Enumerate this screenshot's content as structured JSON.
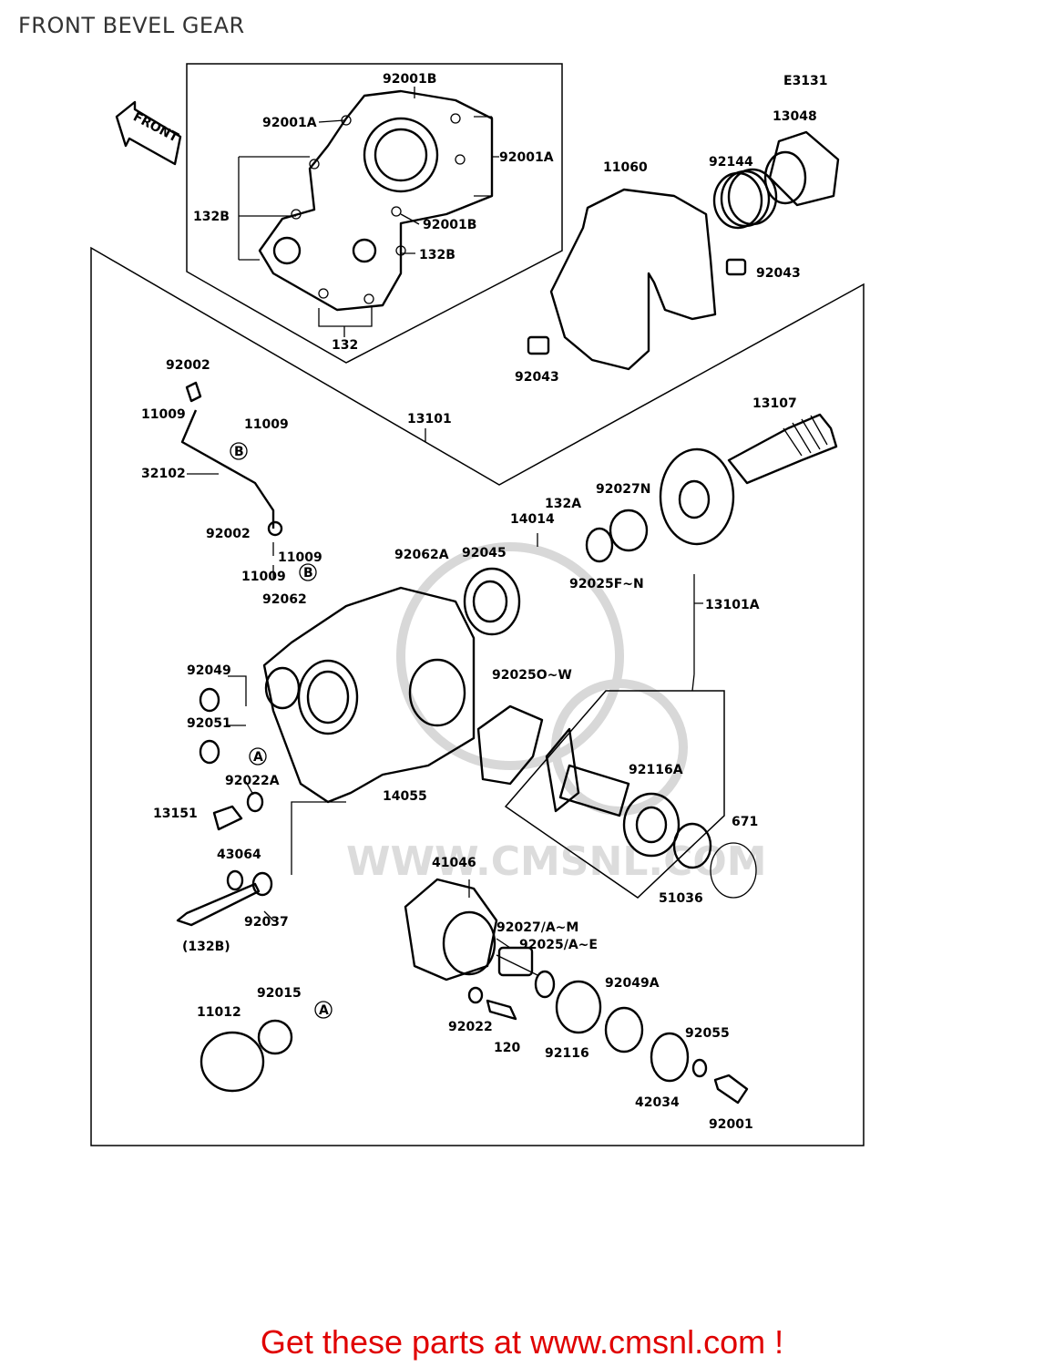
{
  "title": "FRONT BEVEL GEAR",
  "diagram_code": "E3131",
  "front_arrow_label": "FRONT",
  "watermark": "WWW.CMSNL.COM",
  "footer": "Get these parts at www.cmsnl.com !",
  "callout_letters": {
    "a": "A",
    "b": "B"
  },
  "parts": {
    "p92001B_top": "92001B",
    "p92001A_left": "92001A",
    "p92001A_right": "92001A",
    "p132B_left": "132B",
    "p92001B_mid": "92001B",
    "p132B_right": "132B",
    "p132": "132",
    "p13048": "13048",
    "p92144": "92144",
    "p11060": "11060",
    "p92043_right": "92043",
    "p92043_left": "92043",
    "p92002_top": "92002",
    "p11009_a": "11009",
    "p11009_b": "11009",
    "p13101": "13101",
    "p32102": "32102",
    "p13107": "13107",
    "p92002_mid": "92002",
    "p11009_c": "11009",
    "p11009_d": "11009",
    "p132A": "132A",
    "p14014": "14014",
    "p92027N": "92027N",
    "p92062A": "92062A",
    "p92045": "92045",
    "p92025FN": "92025F~N",
    "p92062": "92062",
    "p13101A": "13101A",
    "p92049": "92049",
    "p92025OW": "92025O~W",
    "p92051": "92051",
    "p92022A": "92022A",
    "p14055": "14055",
    "p92116A": "92116A",
    "p13151": "13151",
    "p671": "671",
    "p43064": "43064",
    "p41046": "41046",
    "p51036": "51036",
    "p92037": "92037",
    "p132B_paren": "(132B)",
    "p92027AM": "92027/A~M",
    "p92025AE": "92025/A~E",
    "p92015": "92015",
    "p11012": "11012",
    "p92049A": "92049A",
    "p92022": "92022",
    "p120": "120",
    "p92116": "92116",
    "p92055": "92055",
    "p42034": "42034",
    "p92001": "92001"
  }
}
